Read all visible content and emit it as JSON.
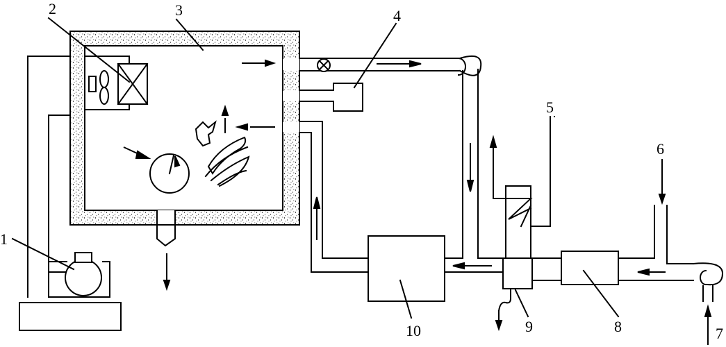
{
  "diagram": {
    "labels": {
      "l1": "1",
      "l2": "2",
      "l3": "3",
      "l4": "4",
      "l5": "5",
      "l6": "6",
      "l7": "7",
      "l8": "8",
      "l9": "9",
      "l10": "10"
    },
    "colors": {
      "line": "#000000",
      "insulation": "#ececec",
      "background": "#ffffff"
    }
  }
}
